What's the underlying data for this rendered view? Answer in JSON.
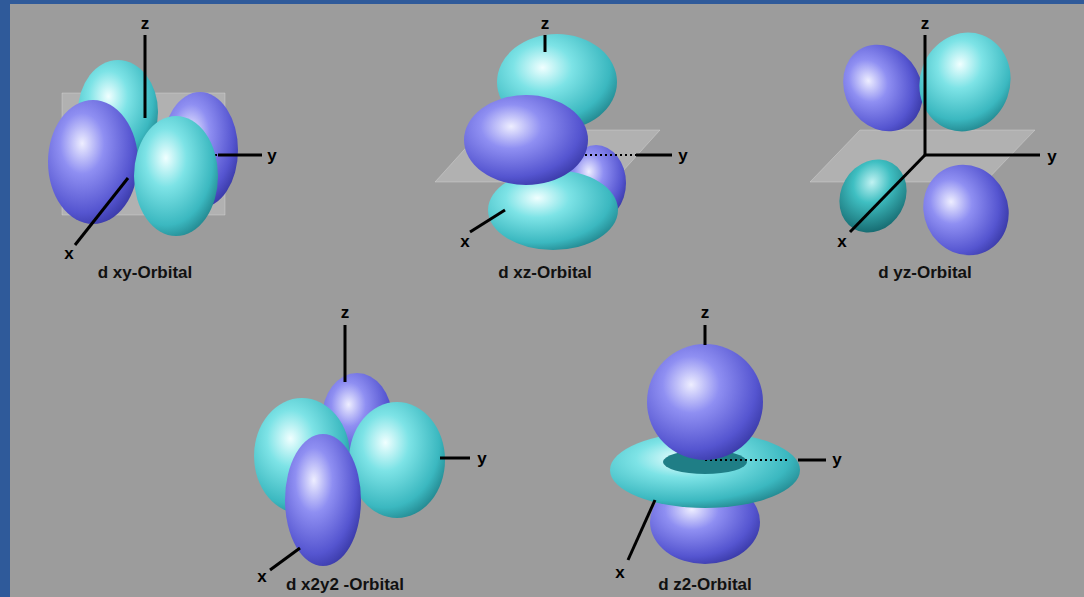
{
  "diagram": {
    "labels": [
      "z",
      "y",
      "x",
      "d xy-Orbital",
      "z",
      "y",
      "x",
      "d xz-Orbital",
      "z",
      "y",
      "x",
      "d yz-Orbital",
      "z",
      "y",
      "x",
      "d x2y2 -Orbital",
      "z",
      "y",
      "x",
      "d z2-Orbital"
    ]
  }
}
